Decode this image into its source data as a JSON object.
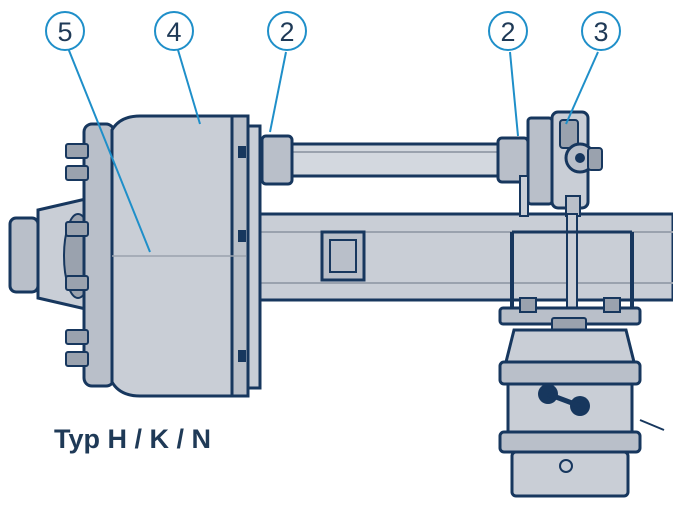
{
  "diagram": {
    "type_label": "Typ H / K / N",
    "callouts": [
      {
        "id": "c5",
        "label": "5"
      },
      {
        "id": "c4",
        "label": "4"
      },
      {
        "id": "c2a",
        "label": "2"
      },
      {
        "id": "c2b",
        "label": "2"
      },
      {
        "id": "c3",
        "label": "3"
      }
    ]
  },
  "colors": {
    "accent": "#1f8fc9",
    "outline": "#17375e",
    "part_fill": "#c9ced6",
    "part_shadow": "#9aa2ae",
    "text": "#1f3a57"
  }
}
